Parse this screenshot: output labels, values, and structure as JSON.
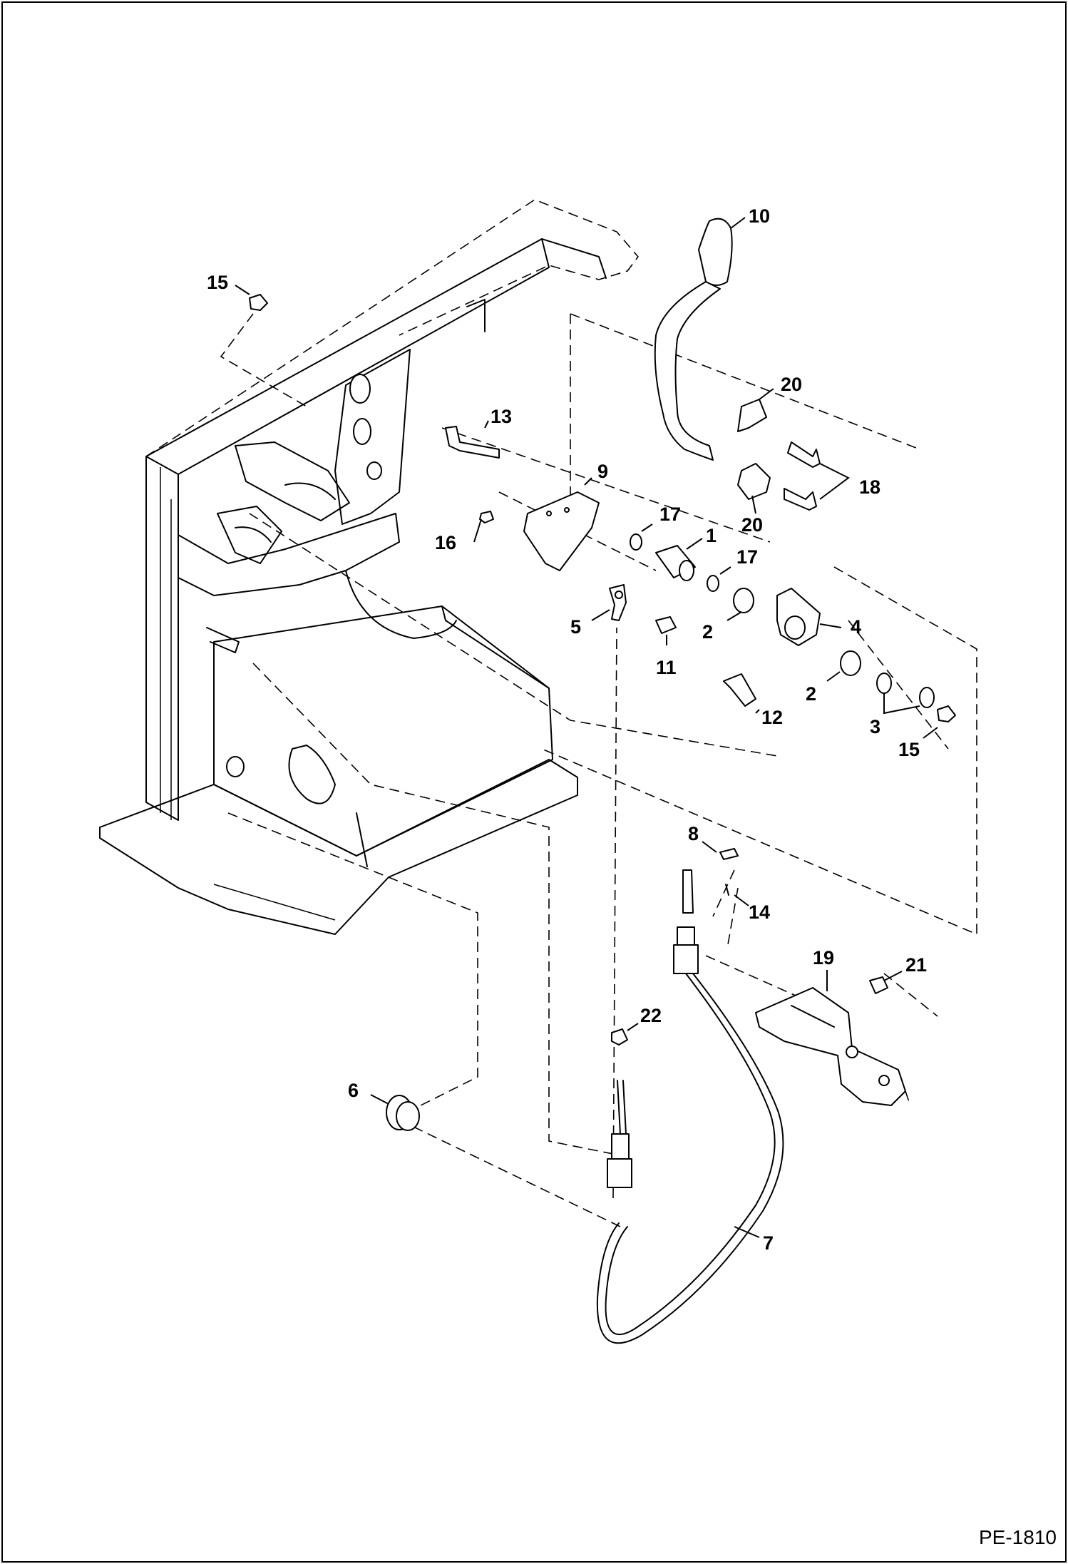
{
  "figure_ref": "PE-1810",
  "callouts": {
    "c1": "1",
    "c2a": "2",
    "c2b": "2",
    "c3": "3",
    "c4": "4",
    "c5": "5",
    "c6": "6",
    "c7": "7",
    "c8": "8",
    "c9": "9",
    "c10": "10",
    "c11": "11",
    "c12": "12",
    "c13": "13",
    "c14": "14",
    "c15a": "15",
    "c15b": "15",
    "c16": "16",
    "c17a": "17",
    "c17b": "17",
    "c18": "18",
    "c19": "19",
    "c20a": "20",
    "c20b": "20",
    "c21": "21",
    "c22": "22"
  }
}
